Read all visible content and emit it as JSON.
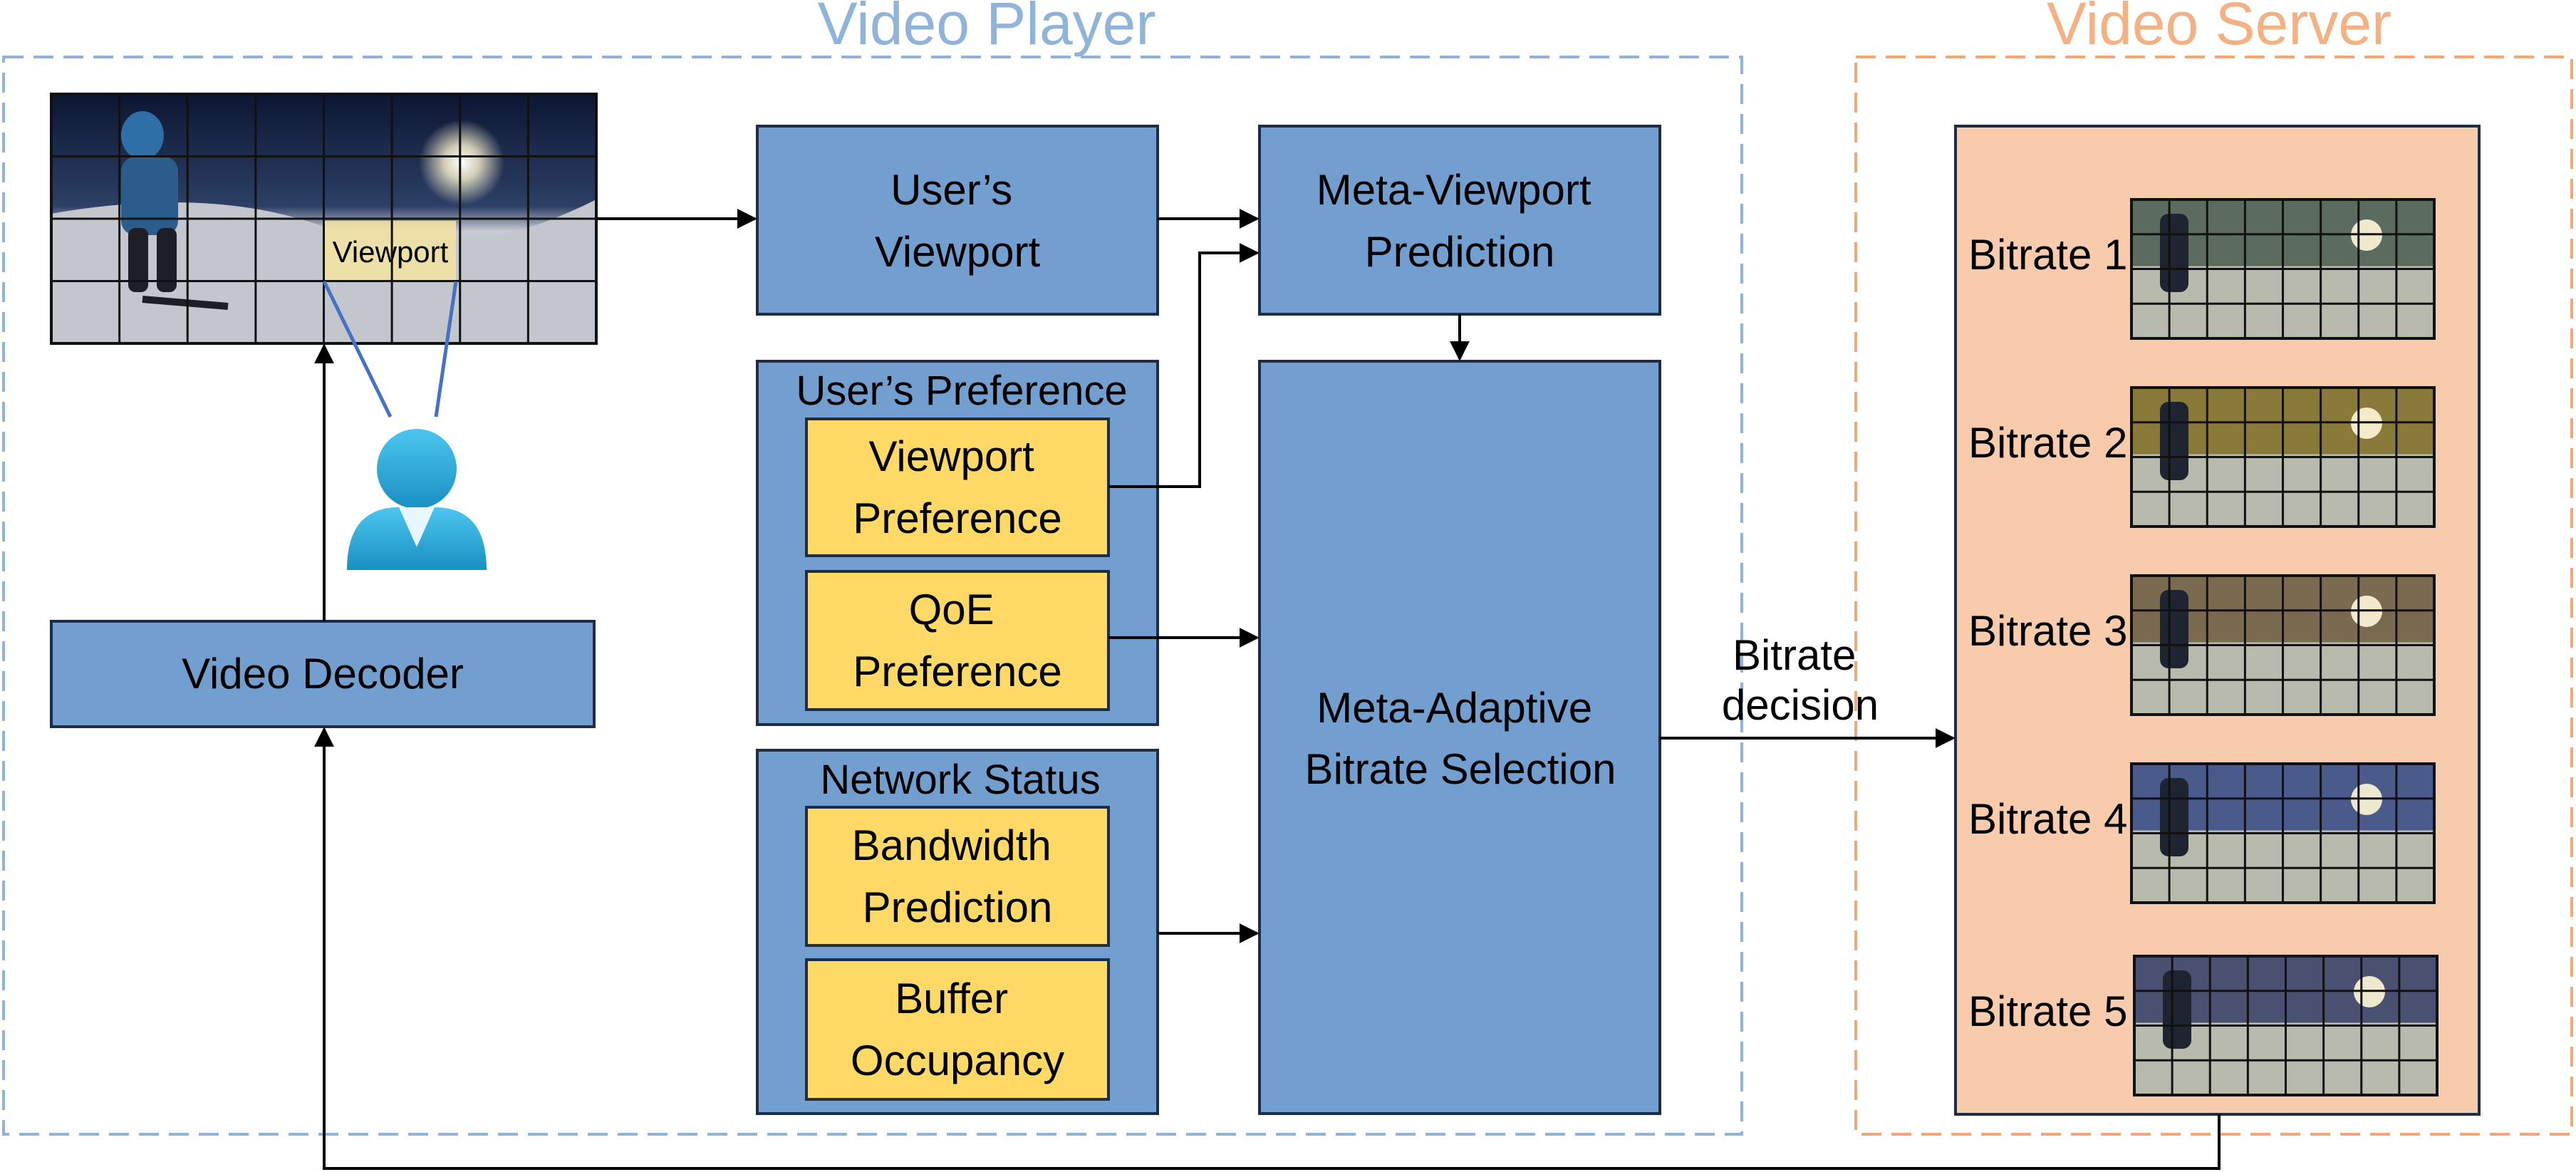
{
  "colors": {
    "player_border": "#8fb3d9",
    "player_title": "#8fb3d9",
    "server_border": "#f0a878",
    "server_title": "#f4b183",
    "blue_box": "#729fcf",
    "blue_box_border": "#1f2d44",
    "yellow_box": "#ffd966",
    "server_panel": "#f8cbad",
    "person_blue": "#2aa8d8",
    "user_line": "#4472c4",
    "sky": "#1c2a4a",
    "snow": "#b9bcc4"
  },
  "video_player": {
    "title": "Video Player",
    "frame_label": "Viewport",
    "user_viewport": [
      "User’s",
      "Viewport"
    ],
    "video_decoder": "Video Decoder",
    "preference_group": {
      "title": "User’s  Preference",
      "viewport_preference": [
        "Viewport",
        "Preference"
      ],
      "qoe_preference": [
        "QoE",
        "Preference"
      ]
    },
    "network_group": {
      "title": "Network Status",
      "bandwidth_prediction": [
        "Bandwidth",
        "Prediction"
      ],
      "buffer_occupancy": [
        "Buffer",
        "Occupancy"
      ]
    },
    "meta_viewport": [
      "Meta-Viewport",
      "Prediction"
    ],
    "meta_adaptive": [
      "Meta-Adaptive",
      "Bitrate Selection"
    ]
  },
  "bitrate_decision": [
    "Bitrate",
    "decision"
  ],
  "video_server": {
    "title": "Video Server",
    "bitrates": [
      {
        "label": "Bitrate 1",
        "tint": "#5b6b60"
      },
      {
        "label": "Bitrate 2",
        "tint": "#8a7a3a"
      },
      {
        "label": "Bitrate 3",
        "tint": "#7a6a50"
      },
      {
        "label": "Bitrate 4",
        "tint": "#4a5a8a"
      },
      {
        "label": "Bitrate 5",
        "tint": "#4a5070"
      }
    ]
  }
}
